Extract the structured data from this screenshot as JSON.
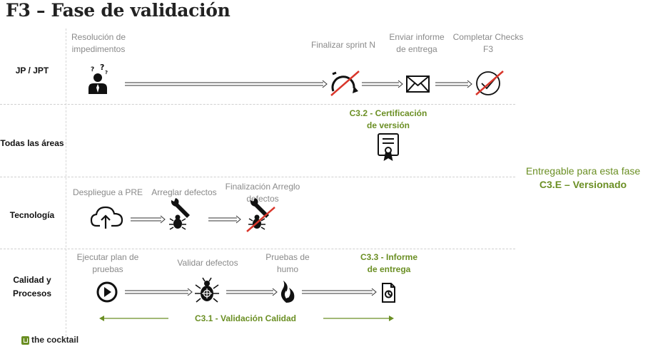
{
  "title": "F3 – Fase de validación",
  "lanes": {
    "jp": "JP / JPT",
    "todas": "Todas las áreas",
    "tecnologia": "Tecnología",
    "calidad_line1": "Calidad y",
    "calidad_line2": "Procesos"
  },
  "jp_steps": {
    "resolucion_l1": "Resolución de",
    "resolucion_l2": "impedimentos",
    "finalizar": "Finalizar sprint N",
    "enviar_l1": "Enviar informe",
    "enviar_l2": "de entrega",
    "completar_l1": "Completar Checks",
    "completar_l2": "F3"
  },
  "todas_steps": {
    "cert_l1": "C3.2 - Certificación",
    "cert_l2": "de versión"
  },
  "tec_steps": {
    "despliegue": "Despliegue a PRE",
    "arreglar": "Arreglar defectos",
    "finalizacion_l1": "Finalización Arreglo",
    "finalizacion_l2": "defectos"
  },
  "cal_steps": {
    "ejecutar_l1": "Ejecutar plan de",
    "ejecutar_l2": "pruebas",
    "validar": "Validar defectos",
    "pruebas_l1": "Pruebas de",
    "pruebas_l2": "humo",
    "informe_l1": "C3.3 - Informe",
    "informe_l2": "de entrega",
    "validacion": "C3.1 - Validación Calidad"
  },
  "entregable": {
    "line1": "Entregable para esta fase",
    "line2": "C3.E – Versionado"
  },
  "logo": "the cocktail",
  "colors": {
    "accent_green": "#6b8f24",
    "strike_red": "#d9362b",
    "icon_dark": "#111111"
  }
}
